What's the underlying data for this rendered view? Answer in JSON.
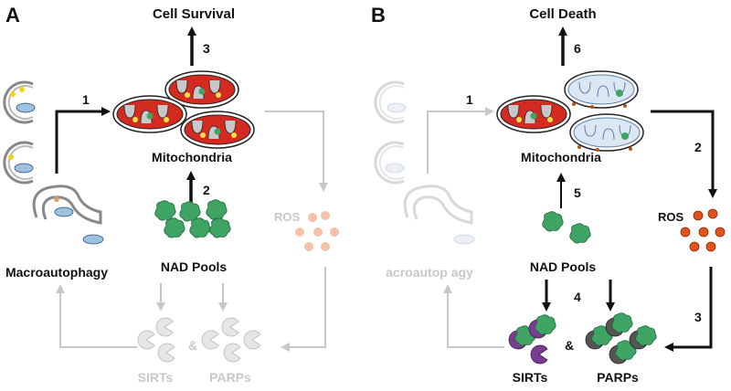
{
  "panel_a": {
    "letter": "A",
    "title": "Cell Survival",
    "mitochondria_label": "Mitochondria",
    "macroautophagy_label": "Macroautophagy",
    "nad_label": "NAD Pools",
    "ros_label": "ROS",
    "sirts_label": "SIRTs",
    "amp": "&",
    "parps_label": "PARPs",
    "step_1": "1",
    "step_2": "2",
    "step_3": "3"
  },
  "panel_b": {
    "letter": "B",
    "title": "Cell Death",
    "mitochondria_label": "Mitochondria",
    "macroautophagy_label": "acroautop  agy",
    "nad_label": "NAD Pools",
    "ros_label": "ROS",
    "sirts_label": "SIRTs",
    "amp": "&",
    "parps_label": "PARPs",
    "step_1": "1",
    "step_2": "2",
    "step_3": "3",
    "step_4": "4",
    "step_5": "5",
    "step_6": "6"
  },
  "colors": {
    "mito_red": "#d42a1f",
    "mito_blue": "#a8c4e0",
    "nad_green": "#3fa463",
    "ros_light": "#f3c2a8",
    "ros_dark": "#d94a1a",
    "sirt_purple": "#7a3b93",
    "parp_gray": "#555555",
    "faded": "#c8c8c8"
  }
}
